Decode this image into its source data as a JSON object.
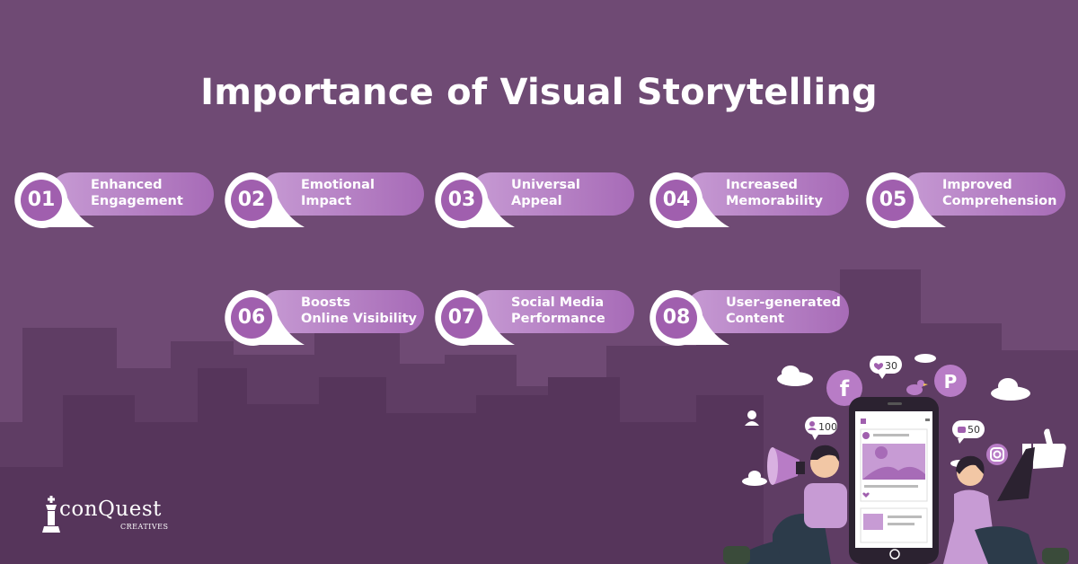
{
  "title": "Importance of Visual Storytelling",
  "colors": {
    "background": "#6f4a74",
    "skyline": "#5b3960",
    "pill_gradient_start": "#c79bd4",
    "pill_gradient_end": "#a76bb7",
    "badge_fill": "#a05fae",
    "badge_ring": "#ffffff"
  },
  "items": [
    {
      "number": "01",
      "line1": "Enhanced",
      "line2": "Engagement"
    },
    {
      "number": "02",
      "line1": "Emotional",
      "line2": "Impact"
    },
    {
      "number": "03",
      "line1": "Universal",
      "line2": "Appeal"
    },
    {
      "number": "04",
      "line1": "Increased",
      "line2": "Memorability"
    },
    {
      "number": "05",
      "line1": "Improved",
      "line2": "Comprehension"
    },
    {
      "number": "06",
      "line1": "Boosts",
      "line2": "Online Visibility"
    },
    {
      "number": "07",
      "line1": "Social Media",
      "line2": "Performance"
    },
    {
      "number": "08",
      "line1": "User-generated",
      "line2": "Content"
    }
  ],
  "logo": {
    "main": "conQuest",
    "sub": "CREATIVES",
    "icon": "chess-king-icon"
  },
  "illustration": {
    "likes_count": "30",
    "followers_count": "100",
    "thumbs_count": "50",
    "icons": [
      "facebook-icon",
      "pinterest-icon",
      "instagram-icon",
      "heart-icon",
      "user-icon",
      "thumbs-up-icon",
      "megaphone-icon",
      "bird-icon",
      "cloud-icon"
    ]
  }
}
